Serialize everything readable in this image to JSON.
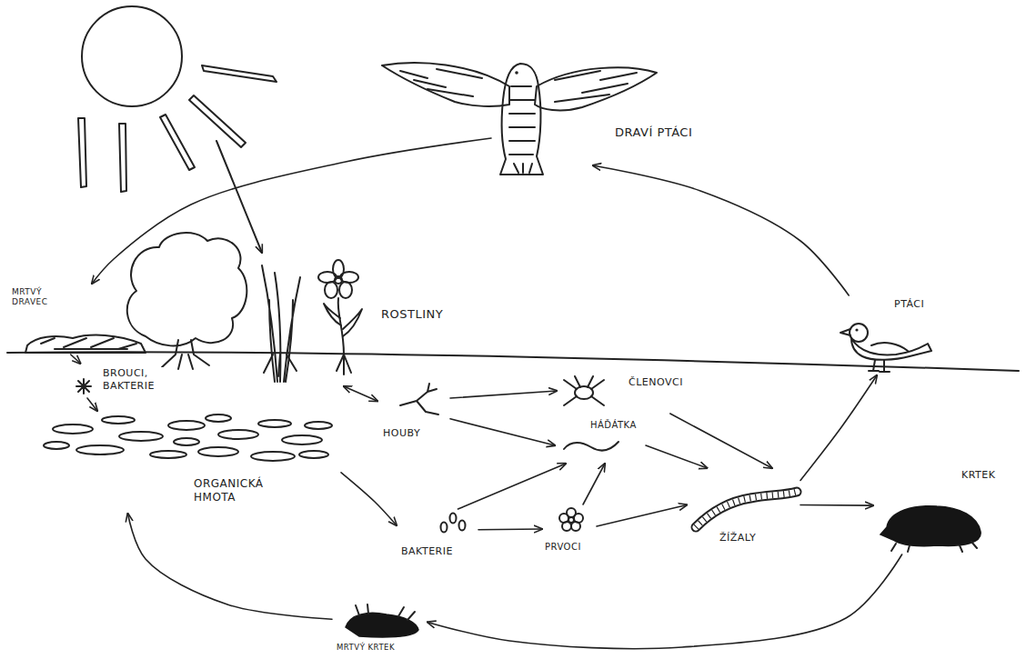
{
  "diagram": {
    "nodes": [
      {
        "text": [
          "DRAVÍ PTÁCI"
        ]
      },
      {
        "text": [
          "MRTVÝ DRAVEC"
        ]
      },
      {
        "text": [
          "ROSTLINY"
        ]
      },
      {
        "text": [
          "BROUCI, BAKTERIE"
        ]
      },
      {
        "text": [
          "ORGANICKÁ HMOTA"
        ]
      },
      {
        "text": [
          "HOUBY"
        ]
      },
      {
        "text": [
          "ČLENOVCI"
        ]
      },
      {
        "text": [
          "HÁĎÁTKA"
        ]
      },
      {
        "text": [
          "PTÁCI"
        ]
      },
      {
        "text": [
          "BAKTERIE"
        ]
      },
      {
        "text": [
          "PRVOCI"
        ]
      },
      {
        "text": [
          "ŽÍŽALY"
        ]
      },
      {
        "text": [
          "KRTEK"
        ]
      },
      {
        "text": [
          "MRTVÝ KRTEK"
        ]
      }
    ],
    "edges": [
      {
        "from": 0,
        "to": 1,
        "arrow": "to"
      },
      {
        "from": 1,
        "to": 3,
        "arrow": "to"
      },
      {
        "from": 3,
        "to": 4,
        "arrow": "to"
      },
      {
        "from": 2,
        "to": 5,
        "arrow": "both"
      },
      {
        "from": 5,
        "to": 6,
        "arrow": "to"
      },
      {
        "from": 5,
        "to": 7,
        "arrow": "to"
      },
      {
        "from": 4,
        "to": 9,
        "arrow": "to"
      },
      {
        "from": 9,
        "to": 7,
        "arrow": "to"
      },
      {
        "from": 9,
        "to": 10,
        "arrow": "to"
      },
      {
        "from": 10,
        "to": 7,
        "arrow": "to"
      },
      {
        "from": 10,
        "to": 11,
        "arrow": "to"
      },
      {
        "from": 7,
        "to": 11,
        "arrow": "to"
      },
      {
        "from": 6,
        "to": 11,
        "arrow": "to"
      },
      {
        "from": 11,
        "to": 8,
        "arrow": "to"
      },
      {
        "from": 11,
        "to": 12,
        "arrow": "to"
      },
      {
        "from": 8,
        "to": 0,
        "arrow": "to"
      },
      {
        "from": 12,
        "to": 13,
        "arrow": "to"
      },
      {
        "from": 13,
        "to": 4,
        "arrow": "to"
      }
    ]
  }
}
